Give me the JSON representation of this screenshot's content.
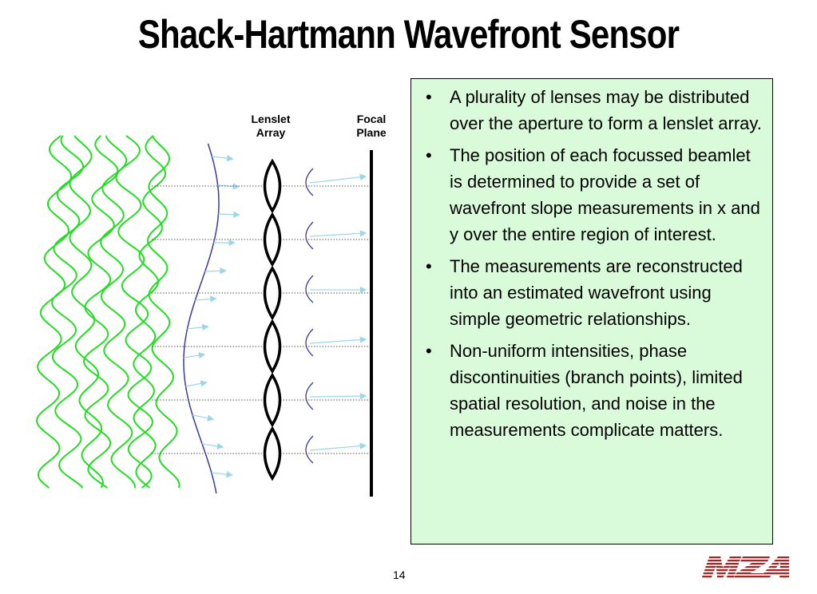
{
  "slide": {
    "title": "Shack-Hartmann Wavefront Sensor",
    "page_number": "14"
  },
  "diagram": {
    "lenslet_label_line1": "Lenslet",
    "lenslet_label_line2": "Array",
    "focal_label_line1": "Focal",
    "focal_label_line2": "Plane",
    "wave_color": "#22dd22",
    "wavefront_color": "#3a3aa0",
    "ray_color": "#9dd6ea",
    "lenslet_count": 6
  },
  "bullets": [
    "A plurality of lenses may be distributed over the aperture to form a lenslet array.",
    "The position of each focussed beamlet is determined to provide a set of wavefront slope measurements in x and y over the entire region of interest.",
    "The measurements are reconstructed into an estimated wavefront using simple geometric relationships.",
    "Non-uniform intensities, phase discontinuities (branch points), limited spatial resolution, and noise in the measurements complicate matters."
  ],
  "logo": {
    "text": "MZA",
    "color": "#c01818"
  }
}
